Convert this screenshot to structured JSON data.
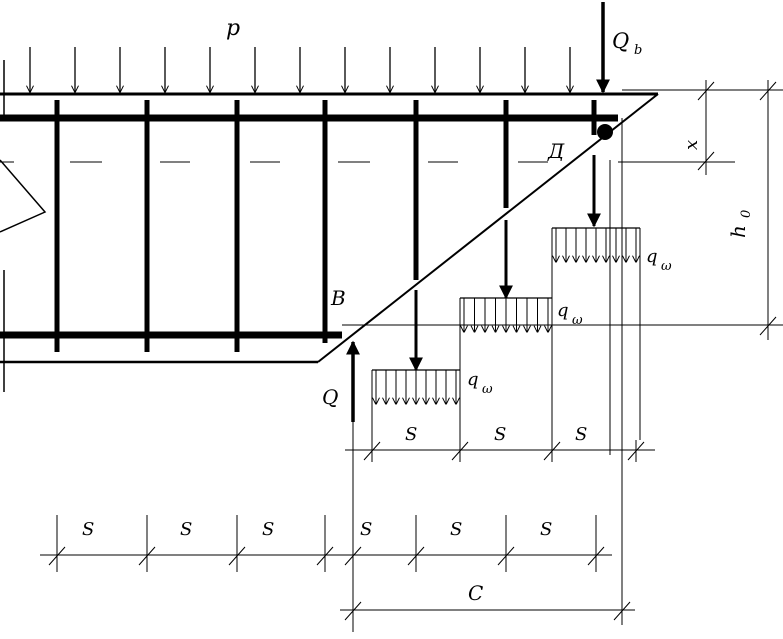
{
  "labels": {
    "p": "p",
    "qb_main": "Q",
    "qb_sub": "b",
    "point_d": "Д",
    "point_b": "B",
    "q_left": "Q",
    "x": "x",
    "h_main": "h",
    "h_sub": "0",
    "qsw_main": "q",
    "qsw_sub": "ω",
    "s": "S",
    "c": "C"
  },
  "colors": {
    "stroke": "#000000",
    "background": "#ffffff"
  }
}
